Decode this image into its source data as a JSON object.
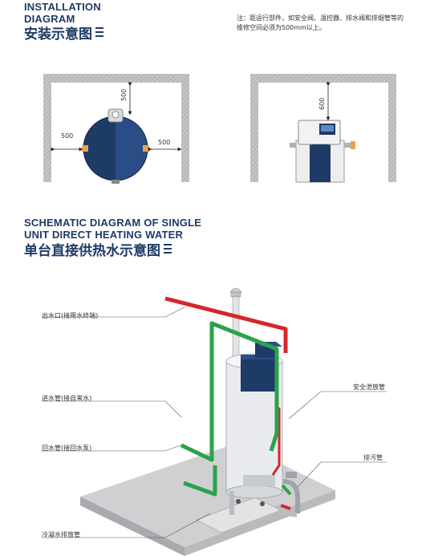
{
  "installation": {
    "title_en_line1": "INSTALLATION",
    "title_en_line2": "DIAGRAM",
    "title_cn": "安装示意图",
    "note_line1": "注：距运行部件，如安全阀、温控器、排水阀和排烟管等的",
    "note_line2": "维修空间必须为500mm以上。",
    "dims": {
      "top_left": "500",
      "left": "500",
      "right": "500",
      "top_right": "600"
    }
  },
  "schematic": {
    "title_en_line1": "SCHEMATIC DIAGRAM OF SINGLE",
    "title_en_line2": "UNIT DIRECT HEATING WATER",
    "title_cn": "单台直接供热水示意图",
    "labels": {
      "outlet": "出水口(接用水终端)",
      "inlet": "进水管(接自来水)",
      "return": "回水管(接回水泵)",
      "condensate": "冷凝水排放管",
      "safety": "安全泄放管",
      "drain": "排污管"
    }
  },
  "colors": {
    "navy": "#1e3a66",
    "wall": "#b5b5b5",
    "hot_pipe": "#d6262b",
    "cold_pipe": "#2aa34a",
    "slab": "#c9cacc"
  }
}
